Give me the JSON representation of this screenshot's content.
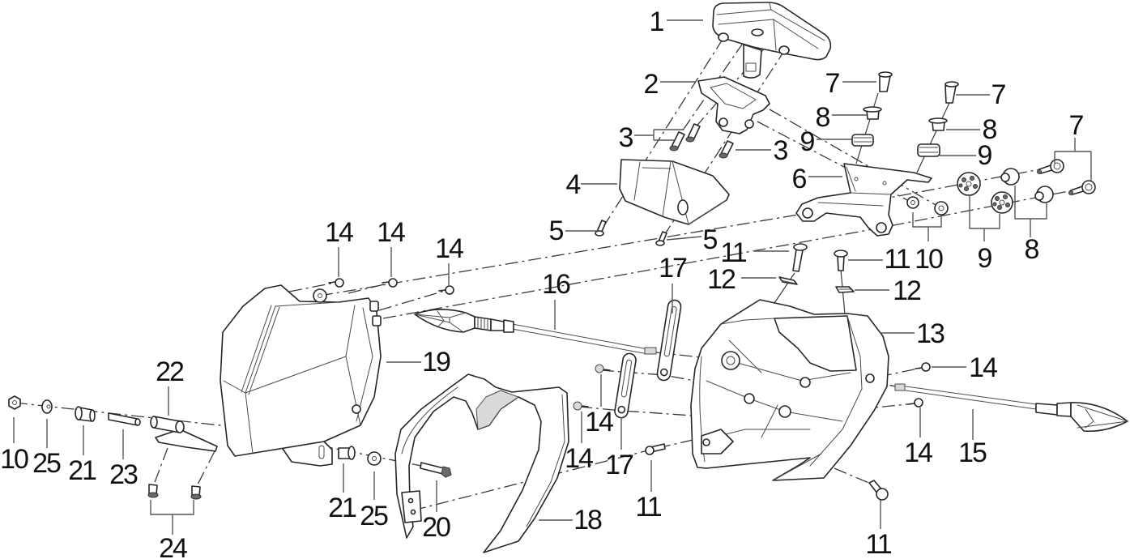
{
  "diagram": {
    "kind": "exploded-parts-diagram",
    "ink_color": "#1a1a1a",
    "background_color": "#ffffff"
  },
  "part_numbers": [
    "1",
    "2",
    "3",
    "4",
    "5",
    "6",
    "7",
    "8",
    "9",
    "10",
    "11",
    "12",
    "13",
    "14",
    "15",
    "16",
    "17",
    "18",
    "19",
    "20",
    "21",
    "22",
    "23",
    "24",
    "25"
  ],
  "callouts": [
    "1",
    "2",
    "3",
    "3",
    "4",
    "5",
    "5",
    "6",
    "7",
    "8",
    "9",
    "7",
    "8",
    "9",
    "7",
    "10",
    "11",
    "9",
    "8",
    "11",
    "12",
    "12",
    "13",
    "14",
    "14",
    "14",
    "16",
    "17",
    "19",
    "14",
    "22",
    "14",
    "14",
    "17",
    "11",
    "14",
    "15",
    "10",
    "25",
    "21",
    "23",
    "24",
    "21",
    "25",
    "20",
    "18",
    "11"
  ]
}
